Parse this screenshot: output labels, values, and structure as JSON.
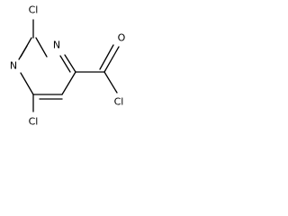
{
  "molecule": {
    "atoms": {
      "cl_top": "Cl",
      "n_left": "N",
      "n_top": "N",
      "cl_bottom": "Cl",
      "o_carbonyl": "O",
      "cl_acyl": "Cl"
    }
  }
}
